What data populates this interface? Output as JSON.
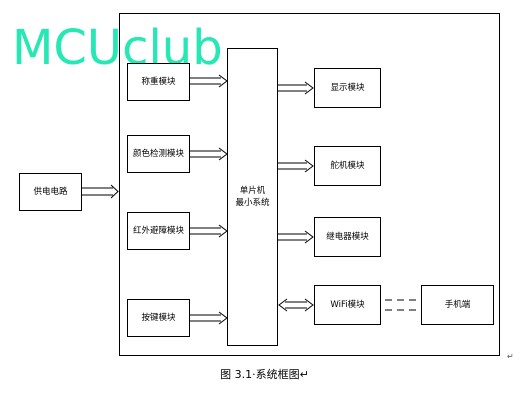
{
  "watermark": "MCUclub",
  "caption": "图 3.1·系统框图↵",
  "para_marks": [
    "↵"
  ],
  "blocks": {
    "power": "供电电路",
    "weigh": "称重模块",
    "color": "颜色检测模块",
    "infrared": "红外避障模块",
    "keys": "按键模块",
    "mcu": "单片机\n最小系统",
    "display": "显示模块",
    "servo": "舵机模块",
    "relay": "继电器模块",
    "wifi": "WiFi模块",
    "phone": "手机端"
  },
  "colors": {
    "watermark": "#27e7b5",
    "line": "#000000"
  }
}
